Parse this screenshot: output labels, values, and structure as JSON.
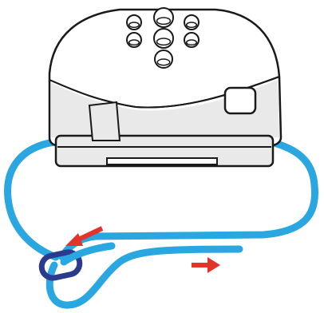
{
  "colors": {
    "background": "#ffffff",
    "device_fill": "#ffffff",
    "device_shade": "#e9e9e9",
    "device_stroke": "#1a1a1a",
    "strap": "#2aa7e0",
    "strap_edge": "#1c8fc4",
    "stopper": "#2a3a8c",
    "arrow": "#e3342c"
  },
  "device": {
    "name": "remote-control-device",
    "buttons": 7
  },
  "strap": {
    "name": "lanyard-strap"
  },
  "stopper": {
    "name": "cord-lock-stopper"
  },
  "arrows": [
    {
      "name": "arrow-pull-left",
      "direction": "left"
    },
    {
      "name": "arrow-pull-right",
      "direction": "right"
    }
  ]
}
